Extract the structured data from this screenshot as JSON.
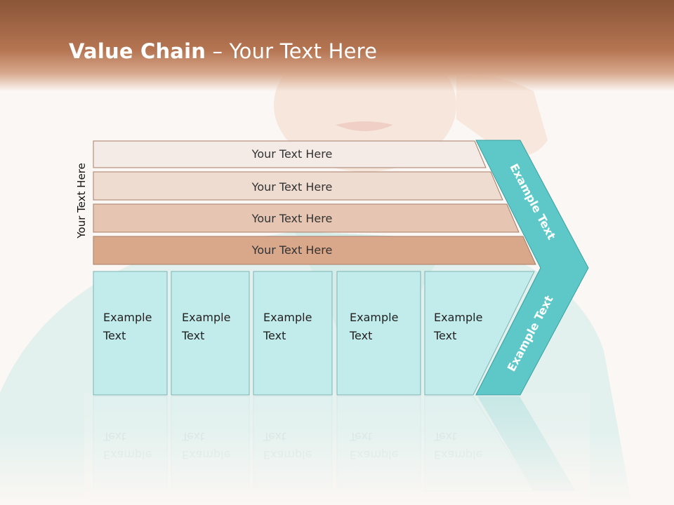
{
  "title": {
    "bold": "Value Chain",
    "rest": " – Your Text Here"
  },
  "side_label": "Your Text Here",
  "support_bars": [
    "Your Text Here",
    "Your Text Here",
    "Your Text Here",
    "Your Text Here"
  ],
  "primary_boxes": [
    {
      "line1": "Example",
      "line2": "Text"
    },
    {
      "line1": "Example",
      "line2": "Text"
    },
    {
      "line1": "Example",
      "line2": "Text"
    },
    {
      "line1": "Example",
      "line2": "Text"
    },
    {
      "line1": "Example",
      "line2": "Text"
    }
  ],
  "chevron": {
    "upper": "Example Text",
    "lower": "Example Text"
  },
  "colors": {
    "header_brown": "#a86b4a",
    "teal": "#5ec8c9",
    "teal_light": "#c2ebeb",
    "bar1": "#f5ebe6",
    "bar2": "#efdcd1",
    "bar3": "#e6c6b2",
    "bar4": "#d9a78a"
  }
}
